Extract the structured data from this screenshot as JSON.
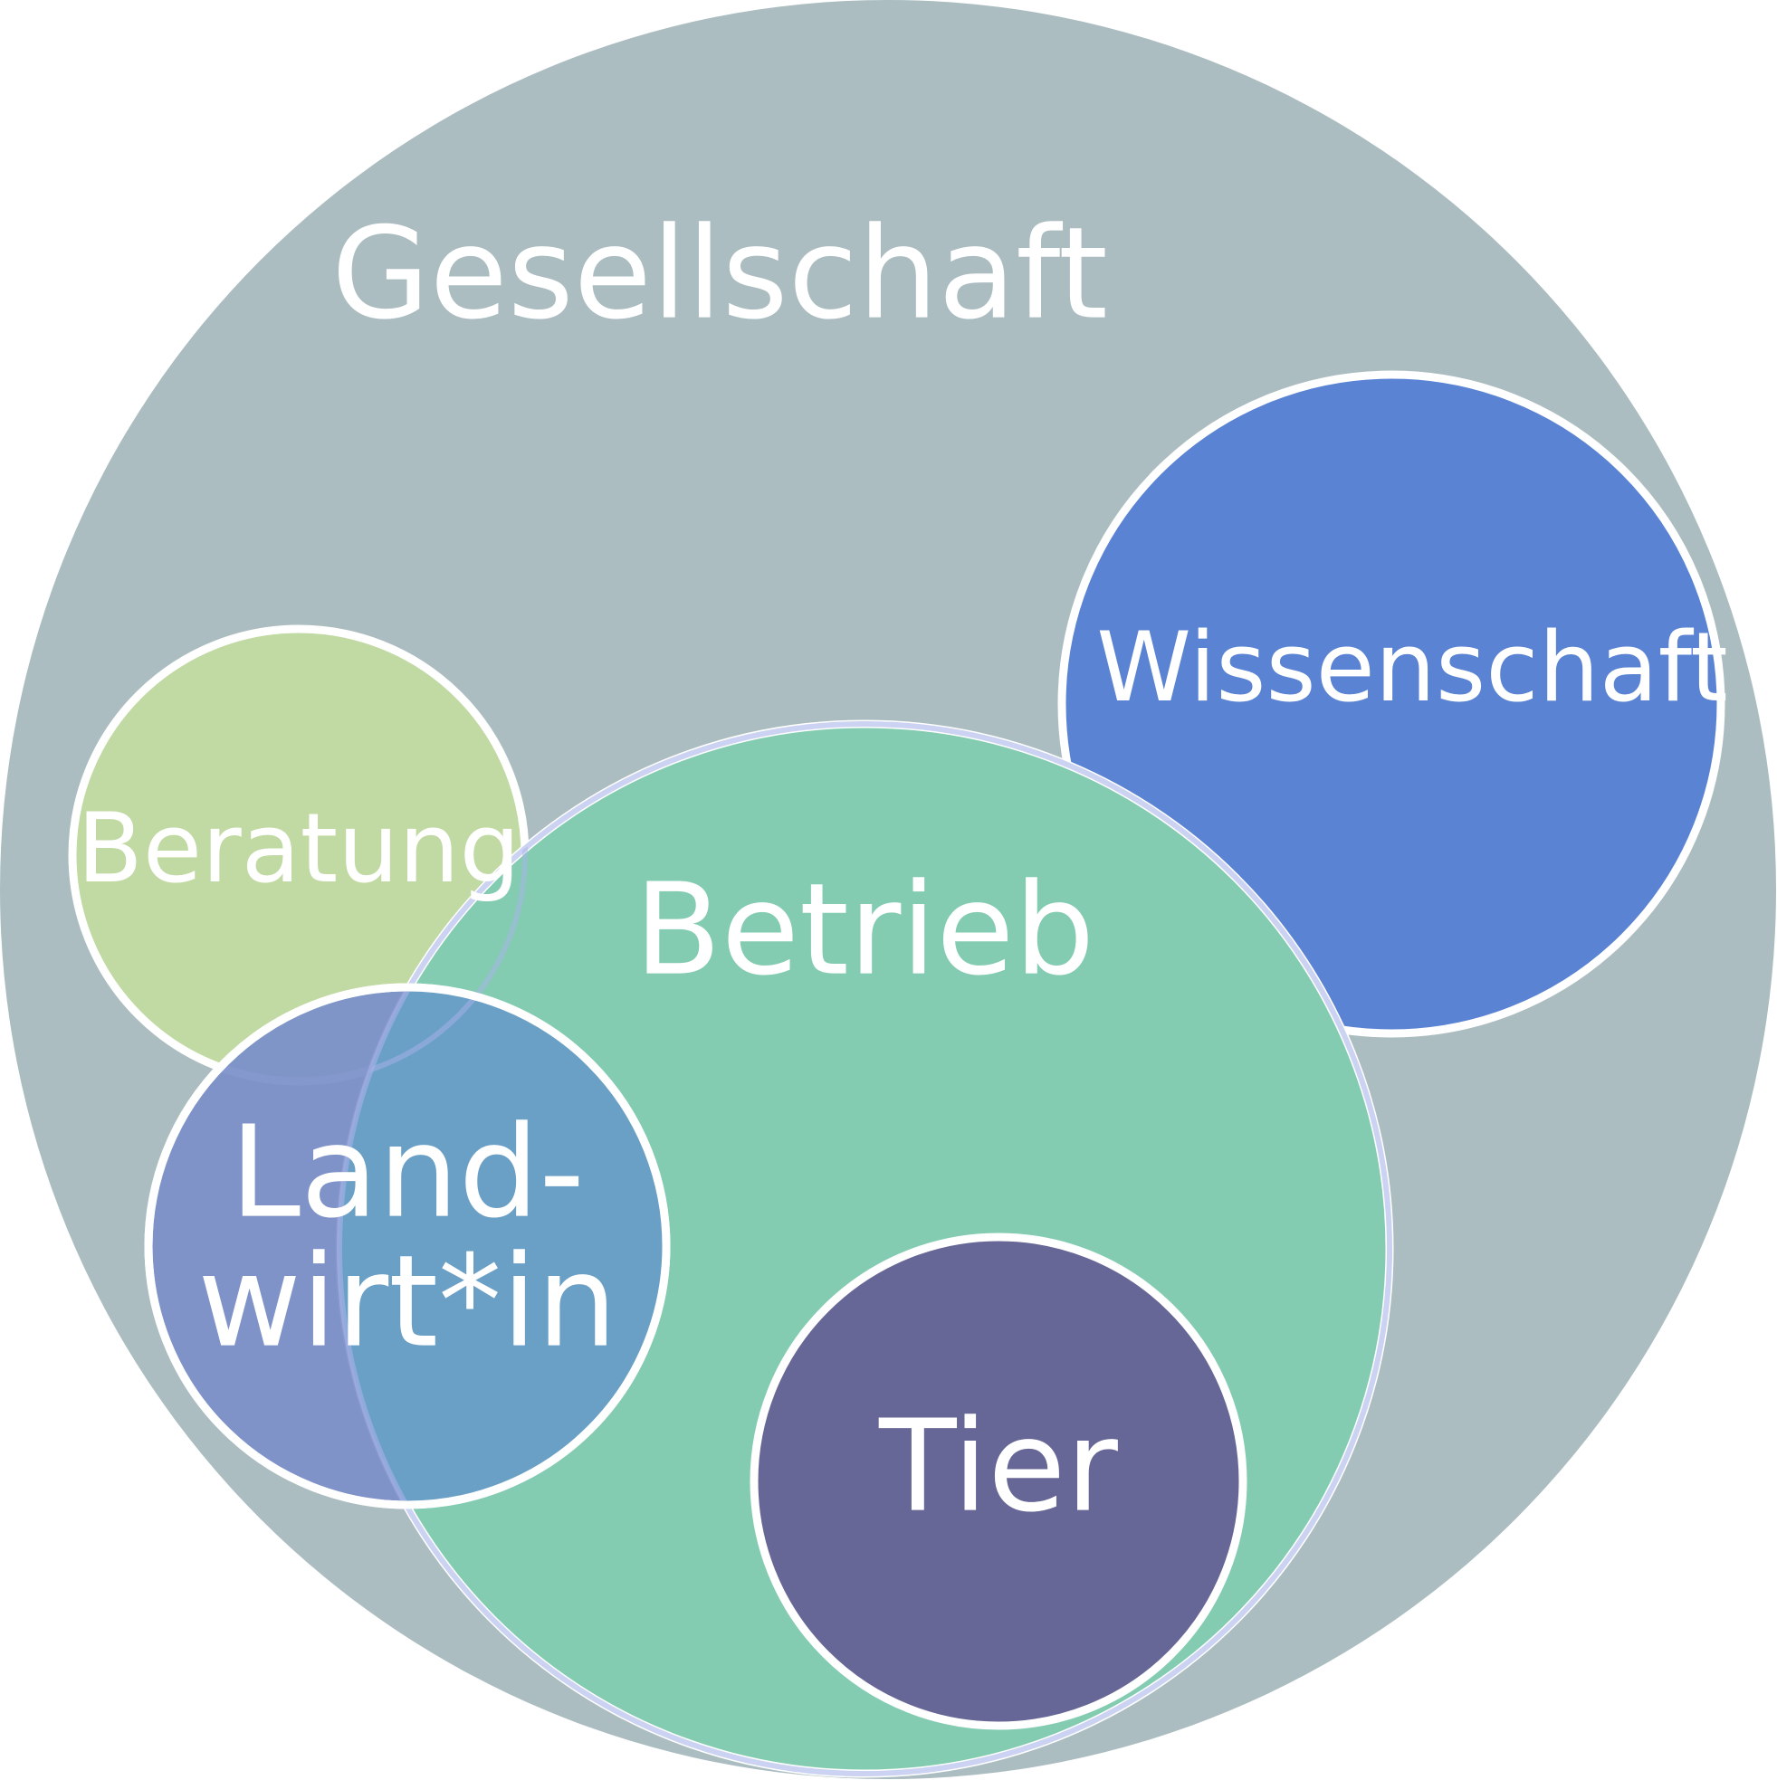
{
  "colors": {
    "gesellschaft": "#abbdc1",
    "wissenschaft": "#5a83d3",
    "beratung": "#c1d9a2",
    "betrieb": "#83ccb1",
    "landwirtin": "#7b8fca",
    "tier": "#676797",
    "outline": "#ffffff"
  },
  "labels": {
    "gesellschaft": "Gesellschaft",
    "wissenschaft": "Wissenschaft",
    "beratung": "Beratung",
    "betrieb": "Betrieb",
    "landwirtin_line1": "Land-",
    "landwirtin_line2": "wirt*in",
    "tier": "Tier"
  }
}
